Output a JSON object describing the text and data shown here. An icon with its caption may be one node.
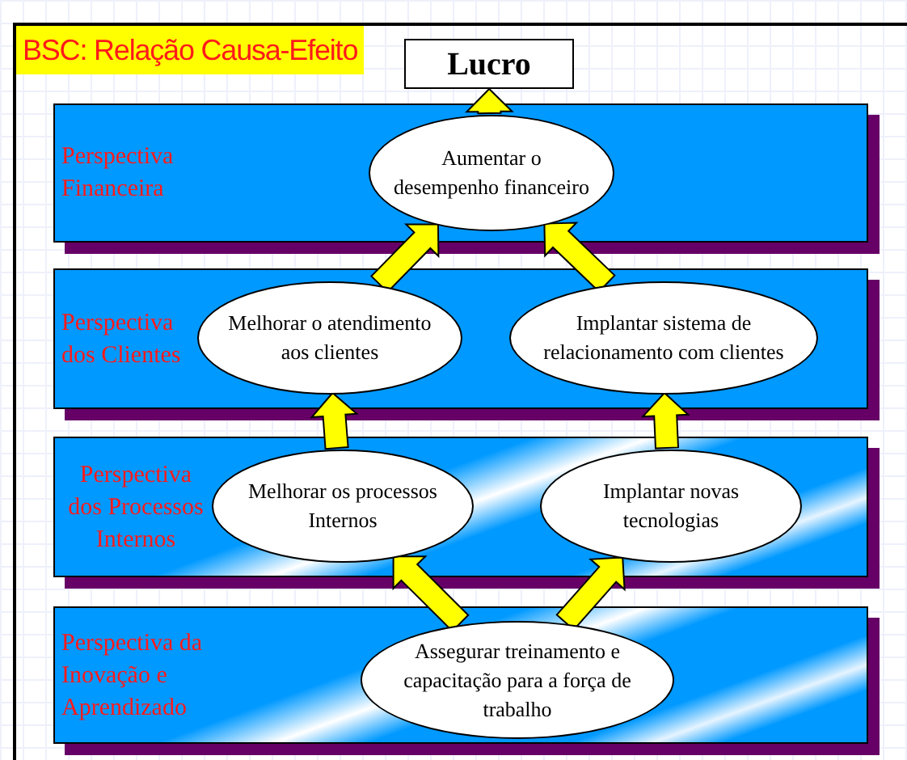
{
  "diagram": {
    "title": "BSC: Relação Causa-Efeito",
    "nodes": [
      {
        "text": [
          "Lucro"
        ]
      },
      {
        "text": [
          "Perspectiva Financeira"
        ]
      },
      {
        "text": [
          "Aumentar o desempenho financeiro"
        ],
        "in": 1
      },
      {
        "text": [
          "Perspectiva dos Clientes"
        ]
      },
      {
        "text": [
          "Melhorar o atendimento aos clientes"
        ],
        "in": 3
      },
      {
        "text": [
          "Implantar sistema de relacionamento com clientes"
        ],
        "in": 3
      },
      {
        "text": [
          "Perspectiva dos Processos Internos"
        ]
      },
      {
        "text": [
          "Melhorar os processos Internos"
        ],
        "in": 6
      },
      {
        "text": [
          "Implantar novas tecnologias"
        ],
        "in": 6
      },
      {
        "text": [
          "Perspectiva da Inovação e Aprendizado"
        ]
      },
      {
        "text": [
          "Assegurar treinamento e capacitação para a força de trabalho"
        ],
        "in": 9
      }
    ],
    "edges": [
      {
        "from": 2,
        "to": 0,
        "arrow": "to"
      },
      {
        "from": 4,
        "to": 2,
        "arrow": "to"
      },
      {
        "from": 5,
        "to": 2,
        "arrow": "to"
      },
      {
        "from": 7,
        "to": 4,
        "arrow": "to"
      },
      {
        "from": 8,
        "to": 5,
        "arrow": "to"
      },
      {
        "from": 10,
        "to": 7,
        "arrow": "to"
      },
      {
        "from": 10,
        "to": 8,
        "arrow": "to"
      }
    ]
  }
}
